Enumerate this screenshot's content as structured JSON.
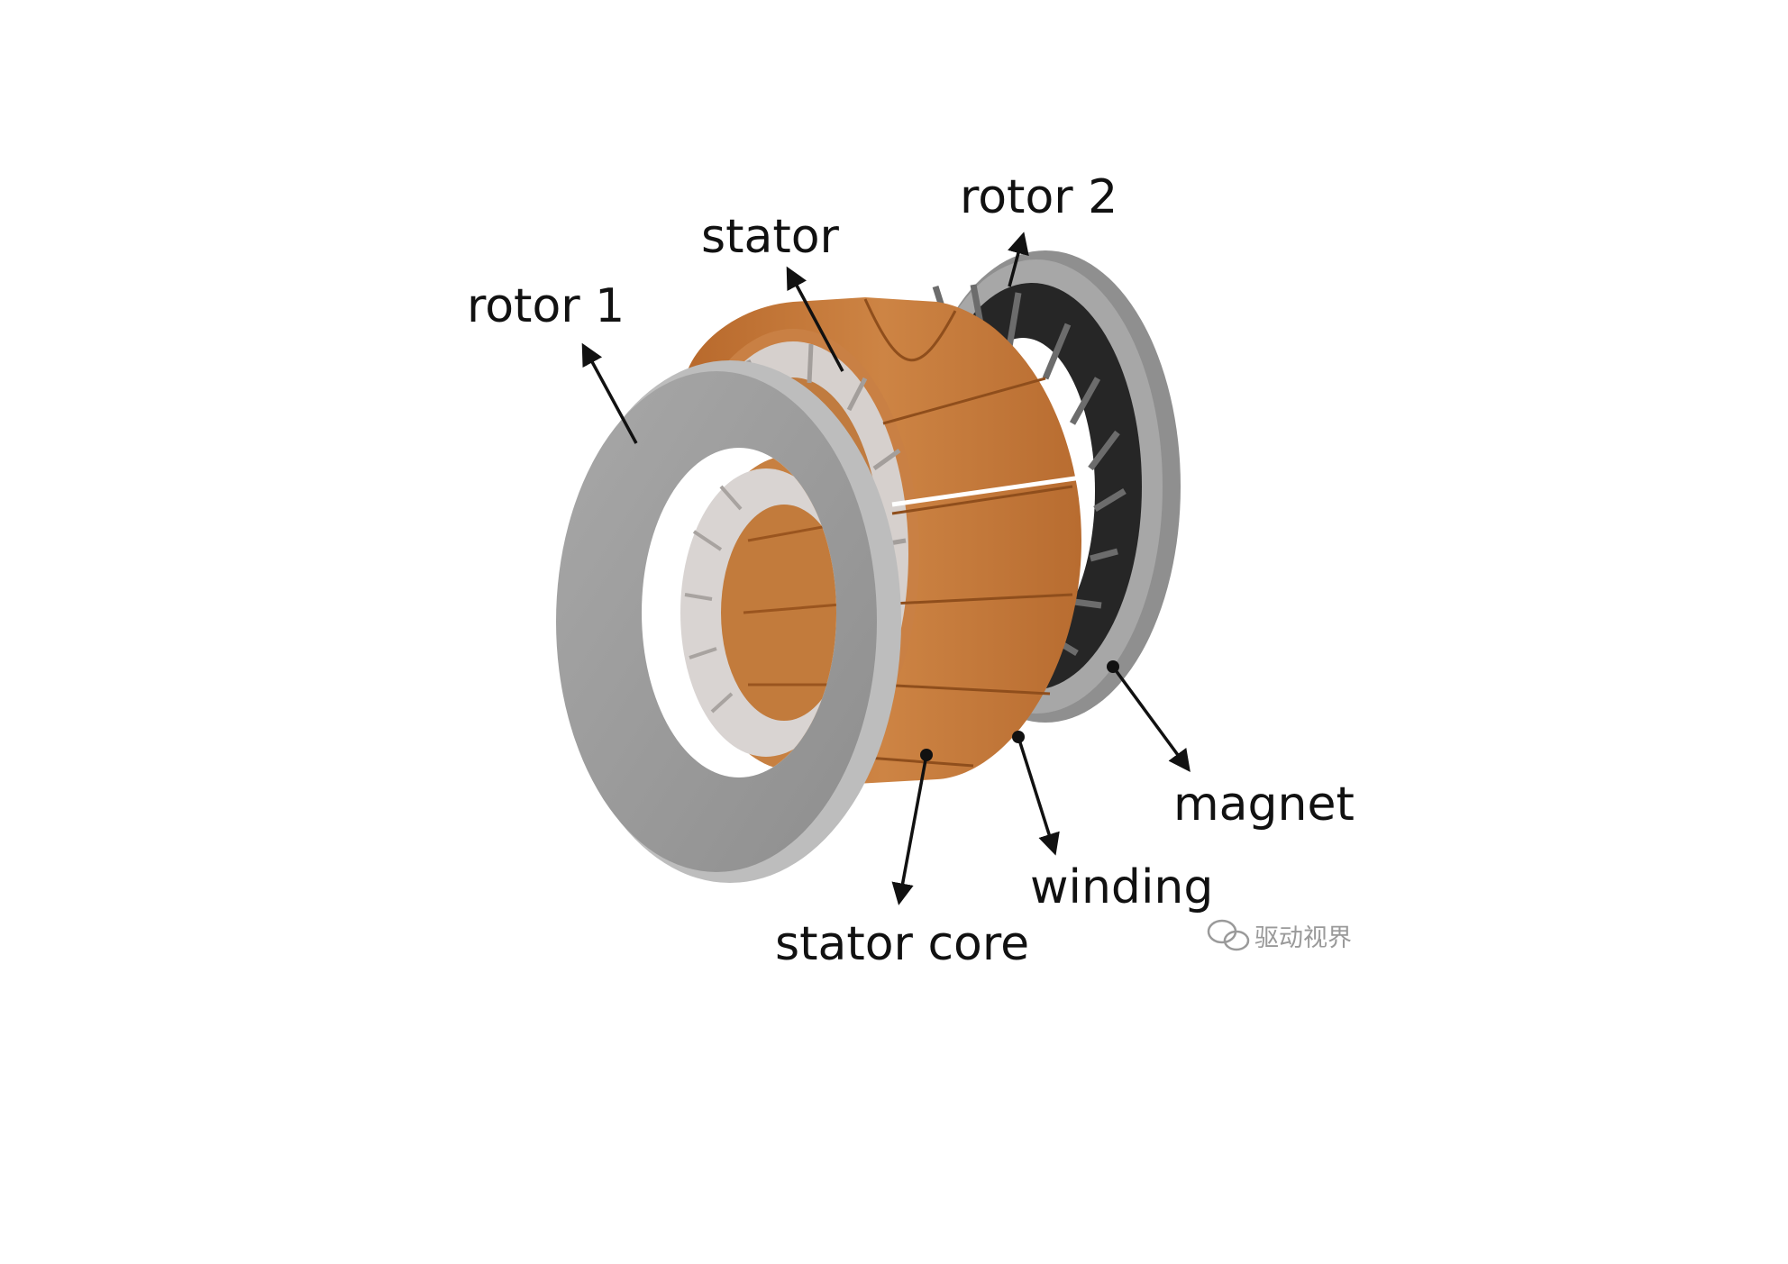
{
  "labels": {
    "rotor1": "rotor 1",
    "stator": "stator",
    "rotor2": "rotor 2",
    "magnet": "magnet",
    "winding": "winding",
    "stator_core": "stator core"
  },
  "watermark": {
    "text": "驱动视界",
    "icon": "wechat-icon"
  },
  "colors": {
    "rotor_disc": "#9c9c9c",
    "rotor_edge": "#bdbdbd",
    "winding": "#c0773a",
    "winding_shade": "#a65f26",
    "core_teeth": "#d9d4d2",
    "magnet": "#2a2a2a",
    "rotor2_ring": "#9a9a9a",
    "text": "#111111"
  }
}
